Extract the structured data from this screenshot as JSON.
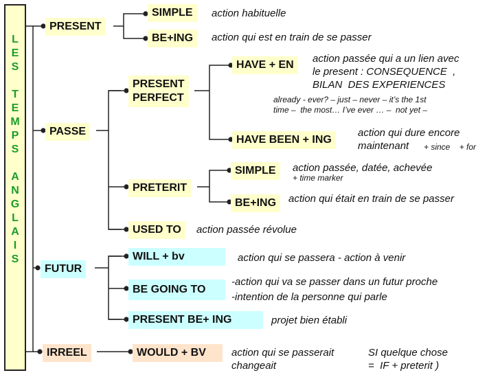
{
  "side_title": "L\nE\nS\n\nT\nE\nM\nP\nS\n\nA\nN\nG\nL\nA\nI\nS",
  "nodes": {
    "present": "PRESENT",
    "present_simple": "SIMPLE",
    "present_being": "BE+ING",
    "passe": "PASSE",
    "present_perfect": "PRESENT\nPERFECT",
    "have_en": "HAVE + EN",
    "have_been_ing": "HAVE BEEN + ING",
    "preterit": "PRETERIT",
    "preterit_simple": "SIMPLE",
    "preterit_being": "BE+ING",
    "used_to": "USED TO",
    "futur": "FUTUR",
    "will_bv": "WILL + bv",
    "be_going_to": "BE GOING TO",
    "present_being_futur": "PRESENT BE+ ING",
    "irreel": "IRREEL",
    "would_bv": "WOULD + BV"
  },
  "notes": {
    "habituelle": "action habituelle",
    "en_train": "action qui est en train de se passer",
    "consequence": "action passée qui a un lien avec\nle present : CONSEQUENCE  ,\nBILAN  DES EXPERIENCES",
    "markers_perfect": "already - ever? – just – never – it’s the 1st\ntime –  the most… I’ve ever … –  not yet –",
    "dure_encore": "action qui dure encore\nmaintenant",
    "since_for": "+ since    + for",
    "datee": "action passée, datée, achevée",
    "time_marker": "+ time marker",
    "etait_en_train": "action qui était  en train de se passer",
    "revolue": "action passée révolue",
    "se_passera": "action qui se passera   -   action à venir",
    "futur_proche": "-action qui va se passer dans un futur proche\n-intention de la personne qui parle",
    "projet": "projet bien établi",
    "se_passerait": "action qui se passerait\nchangeait",
    "si_quelque": "SI quelque chose\n=  IF + preterit )"
  },
  "colors": {
    "term_box": "#ffffcc",
    "futur_box": "#ccffff",
    "irreel_box": "#ffe4cc",
    "side_text": "#1a9c2a",
    "line": "#222222"
  }
}
